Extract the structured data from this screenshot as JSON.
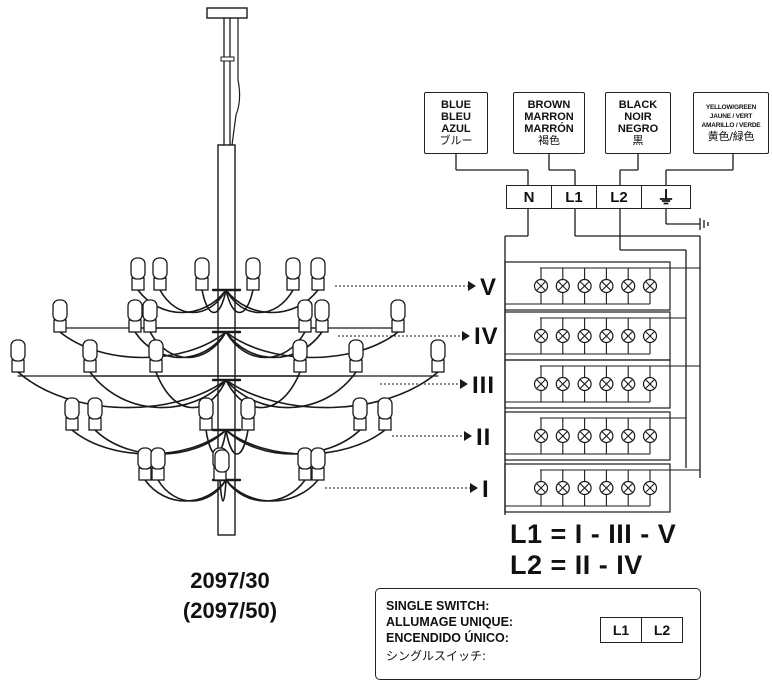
{
  "wire_colors": [
    {
      "lines": [
        "BLUE",
        "BLEU",
        "AZUL",
        "ブルー"
      ]
    },
    {
      "lines": [
        "BROWN",
        "MARRON",
        "MARRÓN",
        "褐色"
      ]
    },
    {
      "lines": [
        "BLACK",
        "NOIR",
        "NEGRO",
        "黒"
      ]
    },
    {
      "lines": [
        "YELLOW/GREEN",
        "JAUNE / VERT",
        "AMARILLO / VERDE",
        "黄色/緑色"
      ]
    }
  ],
  "terminals": [
    "N",
    "L1",
    "L2",
    "⏚"
  ],
  "tiers": [
    "V",
    "IV",
    "III",
    "II",
    "I"
  ],
  "formulas": [
    "L1 = I - III - V",
    "L2 = II - IV"
  ],
  "model": {
    "primary": "2097/30",
    "alternate": "(2097/50)"
  },
  "switch": {
    "lines": [
      "SINGLE SWITCH:",
      "ALLUMAGE UNIQUE:",
      "ENCENDIDO ÚNICO:",
      "シングルスイッチ:"
    ],
    "terminals": [
      "L1",
      "L2"
    ]
  },
  "colors": {
    "ink": "#1a1a1a",
    "background": "#ffffff"
  }
}
